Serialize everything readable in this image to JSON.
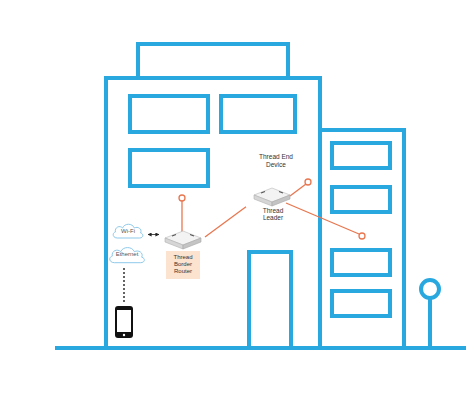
{
  "diagram": {
    "nodes": [
      {
        "text": [
          "Wi-Fi"
        ]
      },
      {
        "text": [
          "Ethernet"
        ]
      },
      {
        "text": [
          "Thread Border Router"
        ]
      },
      {
        "text": [
          "Thread End Device",
          "Thread Leader"
        ]
      }
    ],
    "edges": [
      {
        "from": 0,
        "to": 2,
        "arrow": "both"
      },
      {
        "from": 2,
        "to": 3,
        "arrow": "none"
      }
    ]
  }
}
